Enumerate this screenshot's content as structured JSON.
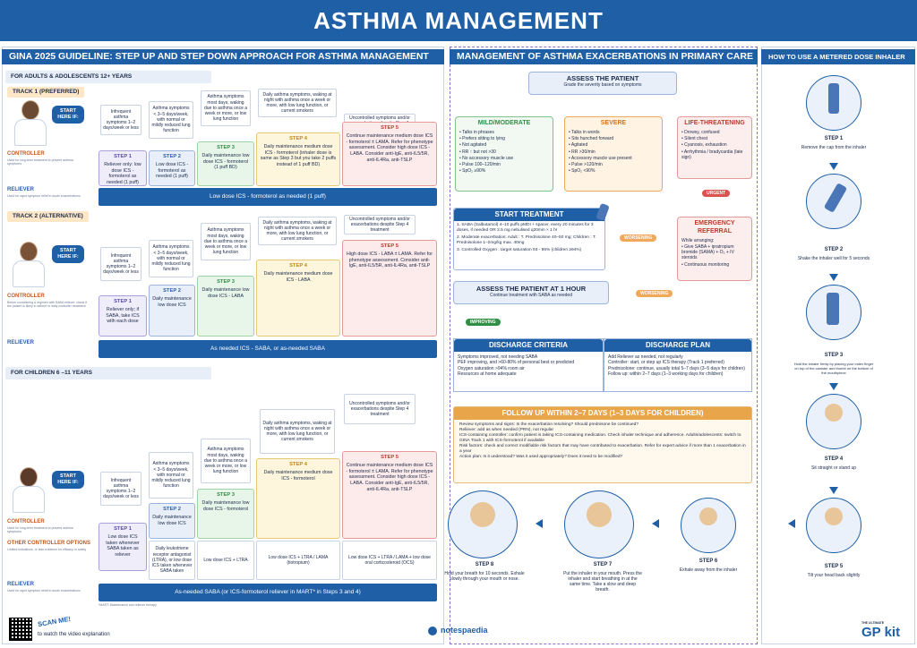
{
  "title": "ASTHMA MANAGEMENT",
  "left": {
    "header": "GINA 2025 GUIDELINE: STEP UP AND STEP DOWN APPROACH FOR ASTHMA MANAGEMENT",
    "adults": {
      "section": "FOR ADULTS & ADOLESCENTS 12+ YEARS",
      "track1": {
        "label": "TRACK 1 (PREFERRED)",
        "start": "START HERE IF:",
        "controller": "CONTROLLER",
        "controller_note": "Used for long-term treatment to prevent asthma symptoms",
        "reliever": "RELIEVER",
        "reliever_note": "Used for rapid symptom relief in acute exacerbations",
        "triggers": [
          "Infrequent asthma symptoms 1–2 days/week or less",
          "Asthma symptoms < 3–5 days/week, with normal or mildly reduced lung function",
          "Asthma symptoms most days, waking due to asthma once a week or more, or low lung function",
          "Daily asthma symptoms, waking at night with asthma once a week or more, with low lung function, or current smokers",
          "Uncontrolled symptoms and/or exacerbations despite Step 4 treatment"
        ],
        "steps": [
          {
            "t": "STEP 1",
            "d": "Reliever only: low dose ICS - formoterol as needed (1 puff)"
          },
          {
            "t": "STEP 2",
            "d": "Low dose ICS - formoterol as needed (1 puff)"
          },
          {
            "t": "STEP 3",
            "d": "Daily maintenance low dose ICS - formoterol (1 puff BD)"
          },
          {
            "t": "STEP 4",
            "d": "Daily maintenance medium dose ICS - formoterol (inhaler dose is same as Step 3 but you take 2 puffs instead of 1 puff BD)"
          },
          {
            "t": "STEP 5",
            "d": "Continue maintenance medium dose ICS - formoterol ± LAMA. Refer for phenotype assessment. Consider high dose ICS - LABA. Consider anti-IgE, anti-IL5/5R, anti-IL4Ra, anti-TSLP"
          }
        ],
        "reliever_bar": "Low dose ICS - formoterol as needed (1 puff)"
      },
      "track2": {
        "label": "TRACK 2 (ALTERNATIVE)",
        "start": "START HERE IF:",
        "controller": "CONTROLLER",
        "controller_note": "Before considering a regimen with SABA reliever, check if the patient is likely to adhere to daily controller treatment",
        "reliever": "RELIEVER",
        "triggers": [
          "Infrequent asthma symptoms 1–2 days/week or less",
          "Asthma symptoms < 3–5 days/week, with normal or mildly reduced lung function",
          "Asthma symptoms most days, waking due to asthma once a week or more, or low lung function",
          "Daily asthma symptoms, waking at night with asthma once a week or more, with low lung function, or current smokers",
          "Uncontrolled symptoms and/or exacerbations despite Step 4 treatment"
        ],
        "steps": [
          {
            "t": "STEP 1",
            "d": "Reliever only; if SABA, take ICS with each dose"
          },
          {
            "t": "STEP 2",
            "d": "Daily maintenance low dose ICS"
          },
          {
            "t": "STEP 3",
            "d": "Daily maintenance low dose ICS - LABA"
          },
          {
            "t": "STEP 4",
            "d": "Daily maintenance medium dose ICS - LABA"
          },
          {
            "t": "STEP 5",
            "d": "High dose ICS - LABA ± LAMA. Refer for phenotype assessment. Consider anti-IgE, anti-IL5/5R, anti-IL4Ra, anti-TSLP"
          }
        ],
        "reliever_bar": "As needed ICS - SABA, or as-needed SABA"
      }
    },
    "children": {
      "section": "FOR CHILDREN 6 –11 YEARS",
      "start": "START HERE IF:",
      "controller": "CONTROLLER",
      "controller_note": "Used for long-term treatment to prevent asthma symptoms",
      "other": "OTHER CONTROLLER OPTIONS",
      "other_note": "Limited indications, or less evidence for efficacy or safety",
      "reliever": "RELIEVER",
      "reliever_note": "Used for rapid symptom relief in acute exacerbations",
      "triggers": [
        "Infrequent asthma symptoms 1–2 days/week or less",
        "Asthma symptoms < 3–5 days/week, with normal or mildly reduced lung function",
        "Asthma symptoms most days, waking due to asthma once a week or more, or low lung function",
        "Daily asthma symptoms, waking at night with asthma once a week or more, with low lung function, or current smokers",
        "Uncontrolled symptoms and/or exacerbations despite Step 4 treatment"
      ],
      "steps": [
        {
          "t": "STEP 1",
          "d": "Low dose ICS taken whenever SABA taken as reliever"
        },
        {
          "t": "STEP 2",
          "d": "Daily maintenance low dose ICS"
        },
        {
          "t": "STEP 3",
          "d": "Daily maintenance low dose ICS - formoterol"
        },
        {
          "t": "STEP 4",
          "d": "Daily maintenance medium dose ICS - formoterol"
        },
        {
          "t": "STEP 5",
          "d": "Continue maintenance medium dose ICS - formoterol ± LAMA. Refer for phenotype assessment. Consider high dose ICS - LABA. Consider anti-IgE, anti-IL5/5R, anti-IL4Ra, anti-TSLP"
        }
      ],
      "other_opts": [
        "",
        "Daily leukotriene receptor antagonist (LTRA), or low dose ICS taken whenever SABA taken",
        "Low dose ICS + LTRA",
        "Low dose ICS + LTRA / LAMA (tiotropium)",
        "Low dose ICS + LTRA / LAMA + low dose oral corticosteroid (OCS)"
      ],
      "reliever_bar": "As-needed SABA (or ICS-formoterol reliever in MART* in Steps 3 and 4)",
      "footnote": "*MART: Maintenance and reliever therapy"
    },
    "scan": "SCAN ME!",
    "scan_text": "to watch the video explanation"
  },
  "middle": {
    "header": "MANAGEMENT OF ASTHMA EXACERBATIONS IN PRIMARY CARE",
    "assess": {
      "title": "ASSESS THE PATIENT",
      "sub": "Grade the severity based on symptoms"
    },
    "mild": {
      "title": "MILD/MODERATE",
      "items": [
        "Talks in phrases",
        "Prefers sitting to lying",
        "Not agitated",
        "RR ↑ but not >30",
        "No accessory muscle use",
        "Pulse 100–120/min",
        "SpO₂ ≥90%"
      ]
    },
    "severe": {
      "title": "SEVERE",
      "items": [
        "Talks in words",
        "Sits hunched forward",
        "Agitated",
        "RR >30/min",
        "Accessory muscle use present",
        "Pulse >120/min",
        "SpO₂ <90%"
      ]
    },
    "life": {
      "title": "LIFE-THREATENING",
      "items": [
        "Drowsy, confused",
        "Silent chest",
        "Cyanosis, exhaustion",
        "Arrhythmia / bradycardia (late sign)"
      ]
    },
    "urgent": "URGENT",
    "start": {
      "title": "START TREATMENT",
      "items": [
        "1. SABA (Salbutamol) 4–10 puffs pMDI + spacer, every 20 minutes for 3 doses, if needed OR 2.5 mg nebulised q20min × 1 hr",
        "2. Moderate exacerbation: Adult : T. Prednisolone 40–50 mg; Children : T. Prednisolone 1–2mg/kg max. 40mg",
        "3. Controlled Oxygen : target saturation 93 - 95% (children ≥94%)"
      ]
    },
    "worsening": "WORSENING",
    "emergency": {
      "title": "EMERGENCY REFERRAL",
      "sub": "While arranging:",
      "items": [
        "Give SABA + ipratropium bromide (SAMA) + O₂ + IV steroids",
        "Continuous monitoring"
      ]
    },
    "assess1h": {
      "title": "ASSESS THE PATIENT AT 1 HOUR",
      "sub": "Continue treatment with SABA as needed"
    },
    "worsening2": "WORSENING",
    "improving": "IMPROVING",
    "criteria": {
      "title": "DISCHARGE CRITERIA",
      "items": [
        "Symptoms improved, not needing SABA",
        "PEF improving, and >60-80% of personal best or predicted",
        "Oxygen saturation >94% room air",
        "Resources at home adequate"
      ]
    },
    "plan": {
      "title": "DISCHARGE PLAN",
      "items": [
        "Add Reliever as needed, not regularly",
        "Controller: start, or step up ICS therapy (Track 1 preferred)",
        "Prednisolone: continue, usually total 5–7 days (3–5 days for children)",
        "Follow up: within 2–7 days (1–3 working days for children)"
      ]
    },
    "follow": {
      "title": "FOLLOW UP WITHIN 2–7 DAYS (1–3 DAYS FOR CHILDREN)",
      "items": [
        "Review symptoms and signs: Is the exacerbation resolving? Should prednisone be continued?",
        "Reliever: add as when needed (PRN), not regular",
        "ICS-containing controller: confirm patient is taking ICS-containing medication. Check inhaler technique and adherence. Adults/adolescents: switch to GINA Track 1 with ICS-formoterol if available",
        "Risk factors: check and correct modifiable risk factors that may have contributed to exacerbation. Refer for expert advice if more than 1 exacerbation in a year",
        "Action plan: Is it understood? Was it used appropriately? Does it need to be modified?"
      ]
    }
  },
  "right": {
    "header": "HOW TO USE A METERED DOSE INHALER",
    "steps": [
      {
        "t": "STEP 1",
        "d": "Remove the cap from the inhaler"
      },
      {
        "t": "STEP 2",
        "d": "Shake the inhaler well for 5 seconds"
      },
      {
        "t": "STEP 3",
        "d": "Hold the inhaler firmly by placing your index finger on top of the canister and thumb on the bottom of the mouthpiece"
      },
      {
        "t": "STEP 4",
        "d": "Sit straight or stand up"
      },
      {
        "t": "STEP 5",
        "d": "Tilt your head back slightly"
      },
      {
        "t": "STEP 6",
        "d": "Exhale away from the inhaler"
      },
      {
        "t": "STEP 7",
        "d": "Put the inhaler in your mouth. Press the inhaler and start breathing in at the same time. Take a slow and deep breath."
      },
      {
        "t": "STEP 8",
        "d": "Hold your breath for 10 seconds. Exhale slowly through your mouth or nose."
      }
    ]
  },
  "footer": {
    "brand": "notespaedia",
    "kit_small": "THE ULTIMATE",
    "kit": "GP kit"
  },
  "colors": {
    "primary": "#1f5fa6",
    "step1": "#5a4cb0",
    "step2": "#2d5fa6",
    "step3": "#2f8f44",
    "step4": "#c08a10",
    "step5": "#c0392b"
  }
}
